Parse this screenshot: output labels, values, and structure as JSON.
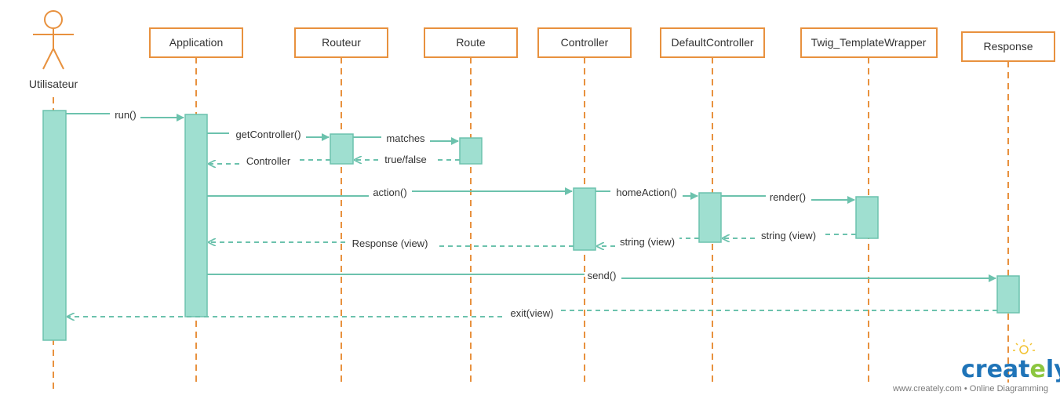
{
  "actor": {
    "label": "Utilisateur"
  },
  "participants": [
    {
      "id": "application",
      "label": "Application"
    },
    {
      "id": "routeur",
      "label": "Routeur"
    },
    {
      "id": "route",
      "label": "Route"
    },
    {
      "id": "controller",
      "label": "Controller"
    },
    {
      "id": "defaultcontroller",
      "label": "DefaultController"
    },
    {
      "id": "twig",
      "label": "Twig_TemplateWrapper"
    },
    {
      "id": "response",
      "label": "Response"
    }
  ],
  "messages": [
    {
      "label": "run()",
      "from": "actor",
      "to": "application",
      "kind": "call"
    },
    {
      "label": "getController()",
      "from": "application",
      "to": "routeur",
      "kind": "call"
    },
    {
      "label": "matches",
      "from": "routeur",
      "to": "route",
      "kind": "call"
    },
    {
      "label": "true/false",
      "from": "route",
      "to": "routeur",
      "kind": "return"
    },
    {
      "label": "Controller",
      "from": "routeur",
      "to": "application",
      "kind": "return"
    },
    {
      "label": "action()",
      "from": "application",
      "to": "controller",
      "kind": "call"
    },
    {
      "label": "homeAction()",
      "from": "controller",
      "to": "defaultcontroller",
      "kind": "call"
    },
    {
      "label": "render()",
      "from": "defaultcontroller",
      "to": "twig",
      "kind": "call"
    },
    {
      "label": "string (view)",
      "from": "twig",
      "to": "defaultcontroller",
      "kind": "return"
    },
    {
      "label": "string (view)",
      "from": "defaultcontroller",
      "to": "controller",
      "kind": "return"
    },
    {
      "label": "Response (view)",
      "from": "controller",
      "to": "application",
      "kind": "return"
    },
    {
      "label": "send()",
      "from": "application",
      "to": "response",
      "kind": "call"
    },
    {
      "label": "exit(view)",
      "from": "response",
      "to": "actor",
      "kind": "return"
    }
  ],
  "branding": {
    "logo_text": "creately",
    "tagline": "www.creately.com • Online Diagramming"
  },
  "colors": {
    "participant_border": "#e8913e",
    "lifeline": "#e8913e",
    "activation_fill": "#9fdfd0",
    "message_line": "#6cc2ad",
    "text": "#333333",
    "brand_blue": "#1f74b8",
    "brand_green": "#8cc63f"
  }
}
